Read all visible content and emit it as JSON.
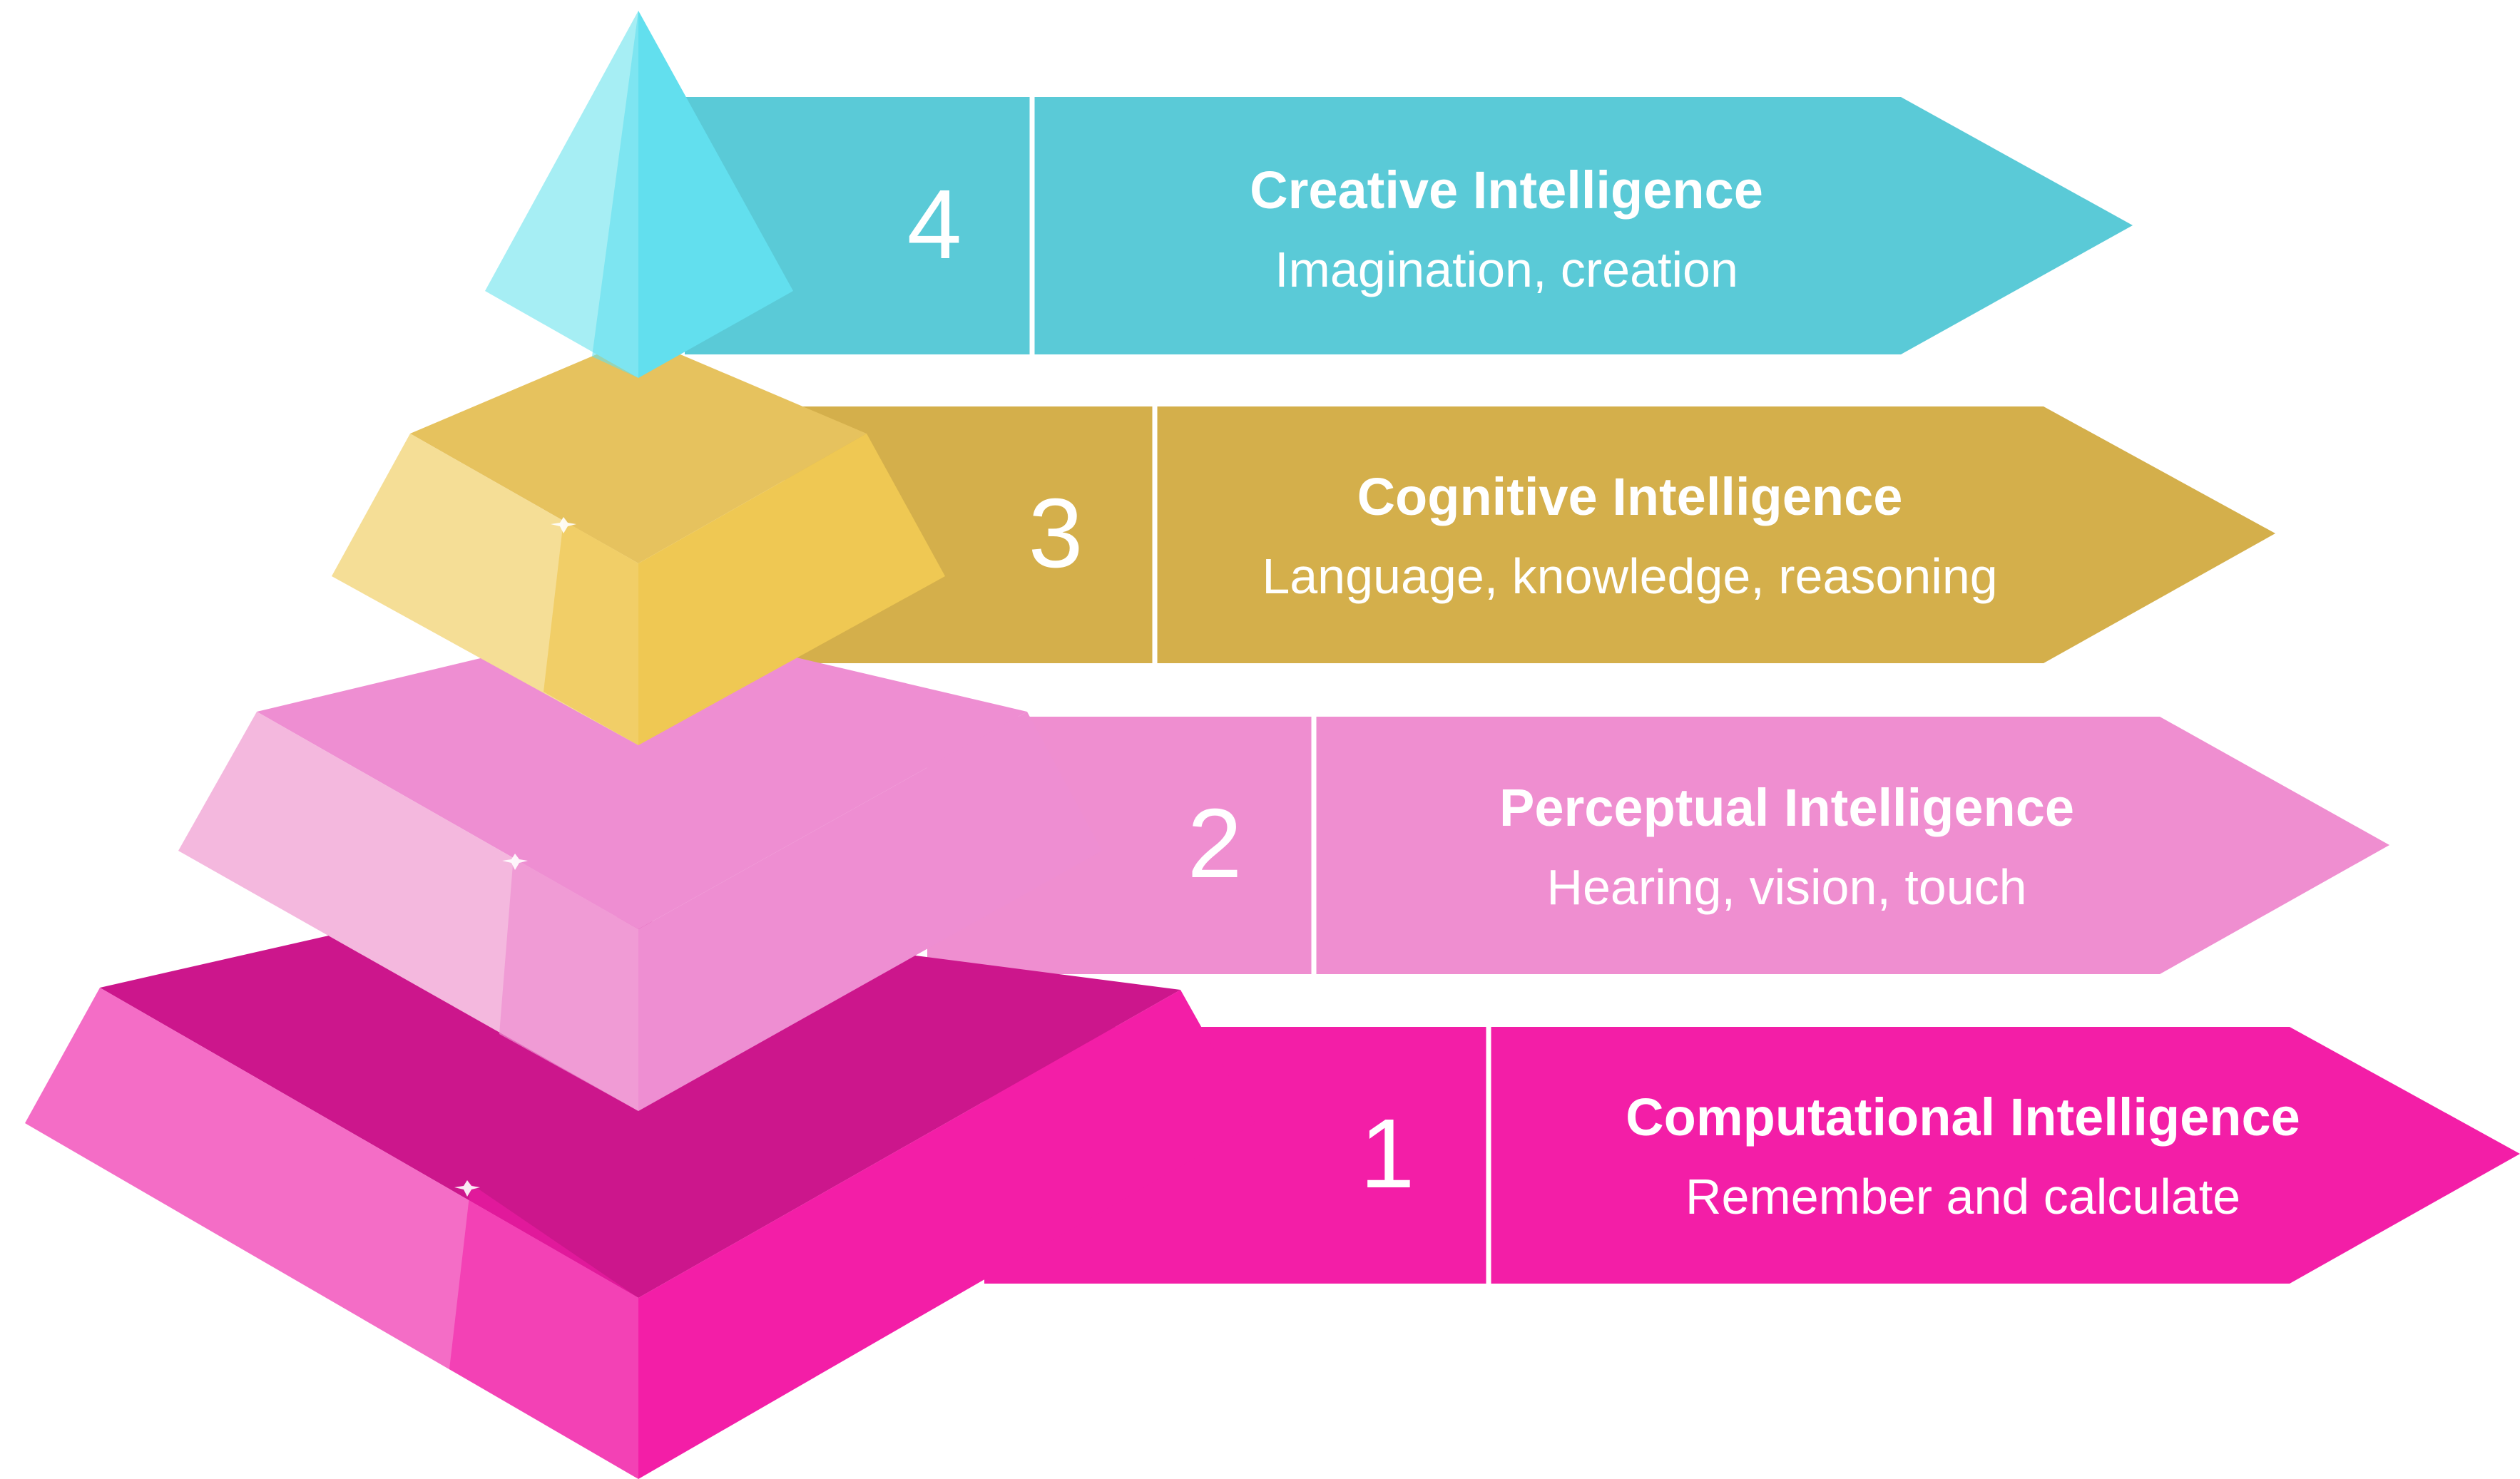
{
  "levels": [
    {
      "number": "4",
      "title": "Creative Intelligence",
      "subtitle": "Imagination, creation",
      "color": "#5ACAD7"
    },
    {
      "number": "3",
      "title": "Cognitive Intelligence",
      "subtitle": "Language, knowledge, reasoning",
      "color": "#D4AF4B"
    },
    {
      "number": "2",
      "title": "Perceptual Intelligence",
      "subtitle": "Hearing, vision, touch",
      "color": "#EF8ED0"
    },
    {
      "number": "1",
      "title": "Computational Intelligence",
      "subtitle": "Remember and calculate",
      "color": "#F31EA7"
    }
  ]
}
